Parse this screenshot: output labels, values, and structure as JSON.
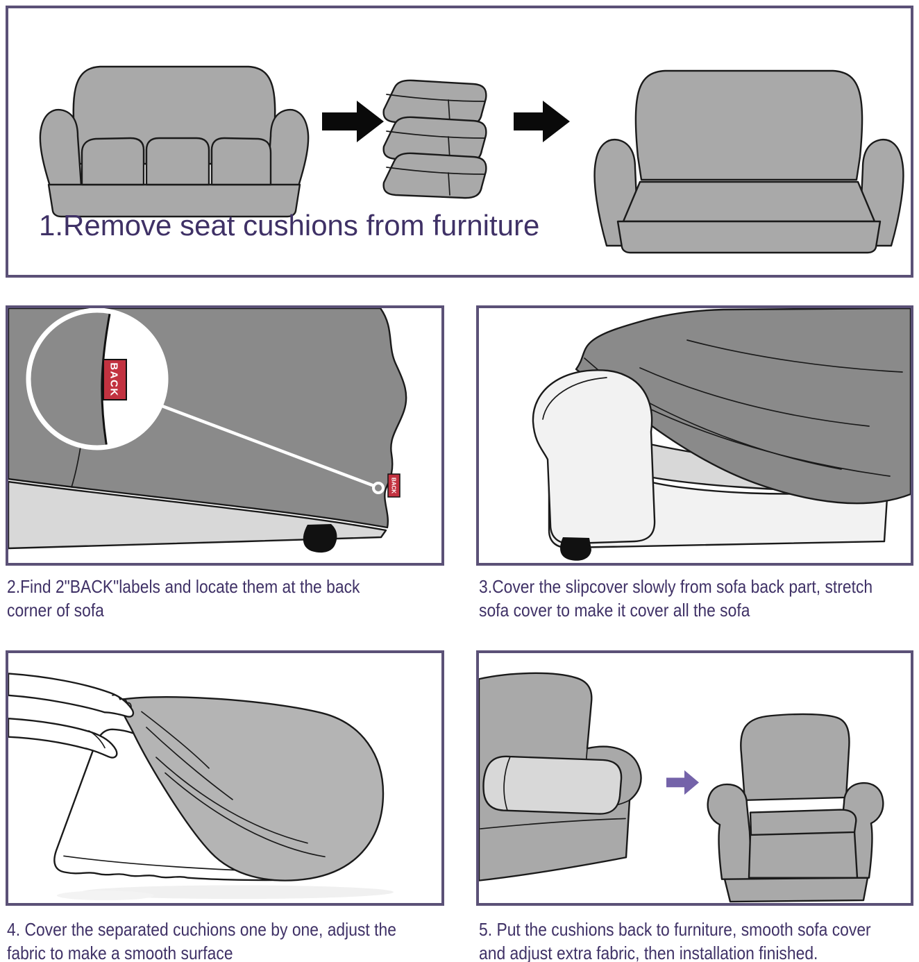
{
  "steps": [
    {
      "num": "1",
      "lines": [
        "1.Remove seat cushions from furniture"
      ]
    },
    {
      "num": "2",
      "lines": [
        "2.Find 2\"BACK\"labels and locate them at the back",
        "corner of sofa"
      ]
    },
    {
      "num": "3",
      "lines": [
        "3.Cover the slipcover slowly from sofa back part, stretch",
        "sofa cover to make it cover all the sofa"
      ]
    },
    {
      "num": "4",
      "lines": [
        "4. Cover the separated cuchions one by one, adjust the",
        "fabric to make a smooth surface"
      ]
    },
    {
      "num": "5",
      "lines": [
        "5.  Put the cushions back to furniture, smooth sofa cover",
        "and adjust extra fabric, then installation finished."
      ]
    }
  ],
  "labels": {
    "back_tag": "BACK"
  },
  "colors": {
    "panel_border": "#5b5177",
    "caption_text": "#3f3166",
    "sofa_gray": "#a9a9a9",
    "cover_dark": "#8a8a8a",
    "cover_medium": "#b4b4b4",
    "seat_light": "#d8d8d8",
    "body_light": "#f2f2f2",
    "back_red": "#c23240",
    "arrow_black": "#0a0a0a",
    "arrow_purple": "#7463a9",
    "outline": "#1a1a1a"
  }
}
